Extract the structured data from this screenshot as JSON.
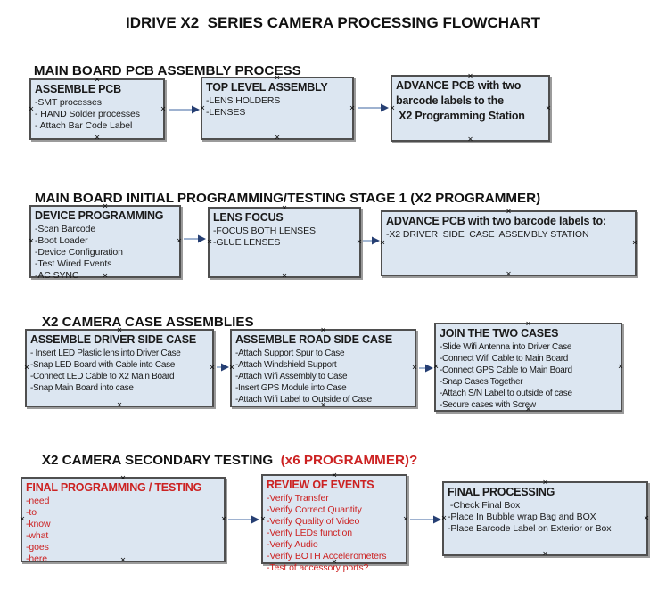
{
  "title": "IDRIVE X2  SERIES CAMERA PROCESSING FLOWCHART",
  "colors": {
    "box_fill": "#dce6f1",
    "box_border": "#4f4f4f",
    "box_shadow": "#9b9b9b",
    "red_text": "#cc2222",
    "arrow_line": "#7e99c0",
    "arrow_head": "#263f73",
    "text": "#1a1a1a"
  },
  "icons": {
    "handle_glyph": "×",
    "handle_meaning": "connection-handle"
  },
  "sections": [
    {
      "heading": "MAIN BOARD PCB ASSEMBLY PROCESS",
      "heading_red": "",
      "boxes": [
        {
          "title": "ASSEMBLE PCB",
          "items": [
            "-SMT processes",
            "- HAND Solder processes",
            "- Attach Bar Code Label"
          ]
        },
        {
          "title": "TOP LEVEL ASSEMBLY",
          "items": [
            "-LENS HOLDERS",
            "-LENSES"
          ]
        },
        {
          "title": "ADVANCE PCB with two\nbarcode labels to the\n X2 Programming Station",
          "items": []
        }
      ]
    },
    {
      "heading": "MAIN BOARD INITIAL PROGRAMMING/TESTING STAGE 1 (X2 PROGRAMMER)",
      "heading_red": "",
      "boxes": [
        {
          "title": "DEVICE PROGRAMMING",
          "items": [
            "-Scan Barcode",
            "-Boot Loader",
            "-Device Configuration",
            "-Test Wired Events",
            "-AC SYNC"
          ]
        },
        {
          "title": "LENS FOCUS",
          "items": [
            "-FOCUS BOTH LENSES",
            "-GLUE LENSES"
          ]
        },
        {
          "title": "ADVANCE PCB with two barcode labels to:",
          "items": [
            "-X2 DRIVER  SIDE  CASE  ASSEMBLY STATION"
          ]
        }
      ]
    },
    {
      "heading": "X2 CAMERA CASE ASSEMBLIES",
      "heading_red": "",
      "boxes": [
        {
          "title": "ASSEMBLE DRIVER SIDE CASE",
          "items": [
            "- Insert LED Plastic lens into Driver Case",
            "-Snap LED Board with Cable into Case",
            "-Connect LED Cable to X2 Main Board",
            "-Snap Main Board into case"
          ]
        },
        {
          "title": "ASSEMBLE ROAD SIDE CASE",
          "items": [
            "-Attach Support Spur to Case",
            "-Attach Windshield Support",
            "-Attach Wifi Assembly to Case",
            "-Insert GPS Module into Case",
            "-Attach Wifi Label to Outside of Case"
          ]
        },
        {
          "title": "JOIN THE TWO CASES",
          "items": [
            "-Slide Wifi Antenna into Driver Case",
            "-Connect Wifi Cable to Main Board",
            "-Connect GPS Cable to Main Board",
            "-Snap Cases Together",
            "-Attach S/N Label to outside of case",
            "-Secure cases with Screw"
          ]
        }
      ]
    },
    {
      "heading": "X2 CAMERA SECONDARY TESTING  ",
      "heading_red": "(x6 PROGRAMMER)?",
      "boxes": [
        {
          "title": "FINAL PROGRAMMING / TESTING",
          "items": [
            "-need",
            "-to",
            "-know",
            "-what",
            "-goes",
            "-here"
          ]
        },
        {
          "title": "REVIEW OF EVENTS",
          "items": [
            "-Verify Transfer",
            "-Verify Correct Quantity",
            "-Verify Quality of Video",
            "-Verify LEDs function",
            "-Verify Audio",
            "-Verify BOTH Accelerometers",
            "-Test of accessory ports?"
          ]
        },
        {
          "title": "FINAL PROCESSING",
          "items": [
            " -Check Final Box",
            "-Place In Bubble wrap Bag and BOX",
            "-Place Barcode Label on Exterior or Box"
          ]
        }
      ]
    }
  ]
}
